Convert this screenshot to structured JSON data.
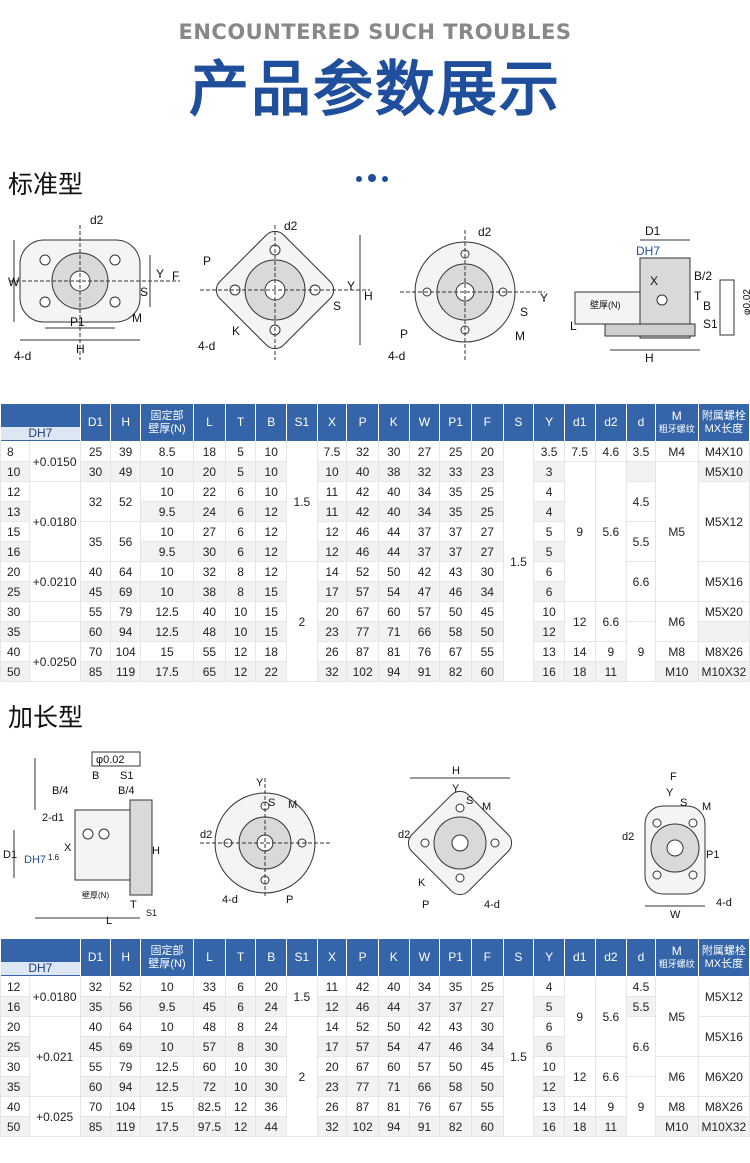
{
  "header": {
    "subtitle": "ENCOUNTERED SUCH TROUBLES",
    "title": "产品参数展示"
  },
  "sections": {
    "standard": "标准型",
    "extended": "加长型"
  },
  "standard_diagrams": {
    "d1_labels": [
      "W",
      "F",
      "Y",
      "S",
      "M",
      "P1",
      "H",
      "4-d",
      "d2"
    ],
    "d2_labels": [
      "P",
      "d2",
      "Y",
      "S",
      "H",
      "K",
      "4-d"
    ],
    "d3_labels": [
      "d2",
      "Y",
      "S",
      "M",
      "P",
      "4-d"
    ],
    "d4_labels": [
      "D1",
      "DH7",
      "X",
      "B/2",
      "T",
      "B",
      "S1",
      "壁厚(N)",
      "L",
      "H",
      "φ0.02"
    ]
  },
  "extended_diagrams": {
    "e1_labels": [
      "φ0.02",
      "B",
      "S1",
      "B/4",
      "B/4",
      "2-d1",
      "X",
      "D1",
      "DH7",
      "1.6",
      "H",
      "壁厚(N)",
      "T",
      "L",
      "S1"
    ],
    "e2_labels": [
      "Y",
      "S",
      "M",
      "d2",
      "4-d",
      "P"
    ],
    "e3_labels": [
      "H",
      "Y",
      "S",
      "M",
      "d2",
      "K",
      "P",
      "4-d"
    ],
    "e4_labels": [
      "F",
      "Y",
      "S",
      "M",
      "d2",
      "P1",
      "W",
      "4-d"
    ]
  },
  "table_headers": {
    "dh7": "DH7",
    "d1": "D1",
    "h": "H",
    "fixed_top": "固定部",
    "fixed_bottom": "壁厚(N)",
    "l": "L",
    "t": "T",
    "b": "B",
    "s1": "S1",
    "x": "X",
    "p": "P",
    "k": "K",
    "w": "W",
    "p1": "P1",
    "f": "F",
    "s": "S",
    "y": "Y",
    "d1s": "d1",
    "d2": "d2",
    "d": "d",
    "m_top": "M",
    "m_bottom": "粗牙螺纹",
    "bolt_top": "附属螺栓",
    "bolt_bottom": "MX长度"
  },
  "standard_table": {
    "rows": [
      {
        "dh": "8",
        "tol": "+0.0150",
        "d1": "25",
        "h": "39",
        "n": "8.5",
        "l": "18",
        "t": "5",
        "b": "10",
        "x": "7.5",
        "p": "32",
        "k": "30",
        "w": "27",
        "p1": "25",
        "f": "20",
        "y": "3.5",
        "d1s": "7.5",
        "d2": "4.6",
        "d": "3.5",
        "m": "M4",
        "bolt": "M4X10"
      },
      {
        "dh": "10",
        "d1": "30",
        "h": "49",
        "n": "10",
        "l": "20",
        "t": "5",
        "b": "10",
        "x": "10",
        "p": "40",
        "k": "38",
        "w": "32",
        "p1": "33",
        "f": "23",
        "y": "3",
        "bolt": "M5X10"
      },
      {
        "dh": "12",
        "n": "10",
        "l": "22",
        "t": "6",
        "b": "10",
        "x": "11",
        "p": "42",
        "k": "40",
        "w": "34",
        "p1": "35",
        "f": "25",
        "y": "4"
      },
      {
        "dh": "13",
        "tol": "+0.0180",
        "d1": "32",
        "h": "52",
        "n": "9.5",
        "l": "24",
        "t": "6",
        "b": "12",
        "x": "11",
        "p": "42",
        "k": "40",
        "w": "34",
        "p1": "35",
        "f": "25",
        "y": "4"
      },
      {
        "dh": "15",
        "d1": "35",
        "h": "56",
        "n": "10",
        "l": "27",
        "t": "6",
        "b": "12",
        "x": "12",
        "p": "46",
        "k": "44",
        "w": "37",
        "p1": "37",
        "f": "27",
        "y": "5"
      },
      {
        "dh": "16",
        "n": "9.5",
        "l": "30",
        "t": "6",
        "b": "12",
        "x": "12",
        "p": "46",
        "k": "44",
        "w": "37",
        "p1": "37",
        "f": "27",
        "y": "5"
      },
      {
        "dh": "20",
        "d1": "40",
        "h": "64",
        "n": "10",
        "l": "32",
        "t": "8",
        "b": "12",
        "x": "14",
        "p": "52",
        "k": "50",
        "w": "42",
        "p1": "43",
        "f": "30",
        "y": "6"
      },
      {
        "dh": "25",
        "tol": "+0.0210",
        "d1": "45",
        "h": "69",
        "n": "10",
        "l": "38",
        "t": "8",
        "b": "15",
        "x": "17",
        "p": "57",
        "k": "54",
        "w": "47",
        "p1": "46",
        "f": "34",
        "y": "6"
      },
      {
        "dh": "30",
        "d1": "55",
        "h": "79",
        "n": "12.5",
        "l": "40",
        "t": "10",
        "b": "15",
        "x": "20",
        "p": "67",
        "k": "60",
        "w": "57",
        "p1": "50",
        "f": "45",
        "y": "10",
        "m": "M6",
        "bolt": "M5X20"
      },
      {
        "dh": "35",
        "d1": "60",
        "h": "94",
        "n": "12.5",
        "l": "48",
        "t": "10",
        "b": "15",
        "x": "23",
        "p": "77",
        "k": "71",
        "w": "66",
        "p1": "58",
        "f": "50",
        "y": "12"
      },
      {
        "dh": "40",
        "tol": "+0.0250",
        "d1": "70",
        "h": "104",
        "n": "15",
        "l": "55",
        "t": "12",
        "b": "18",
        "x": "26",
        "p": "87",
        "k": "81",
        "w": "76",
        "p1": "67",
        "f": "55",
        "y": "13",
        "d1s": "14",
        "d2": "9",
        "m": "M8",
        "bolt": "M8X26"
      },
      {
        "dh": "50",
        "d1": "85",
        "h": "119",
        "n": "17.5",
        "l": "65",
        "t": "12",
        "b": "22",
        "x": "32",
        "p": "102",
        "k": "94",
        "w": "91",
        "p1": "82",
        "f": "60",
        "y": "16",
        "d1s": "18",
        "d2": "11",
        "m": "M10",
        "bolt": "M10X32"
      }
    ],
    "merged": {
      "s1_a": "1.5",
      "s1_b": "2",
      "s": "1.5",
      "d1s_mid": "9",
      "d2_mid": "5.6",
      "d1s_b": "12",
      "d2_b": "6.6",
      "d_a": "4.5",
      "d_b": "5.5",
      "d_c": "6.6",
      "d_d": "9",
      "m_mid": "M5",
      "bolt_mid": "M5X12",
      "bolt_16": "M5X16"
    }
  },
  "extended_table": {
    "rows": [
      {
        "dh": "12",
        "d1": "32",
        "h": "52",
        "n": "10",
        "l": "33",
        "t": "6",
        "b": "20",
        "x": "11",
        "p": "42",
        "k": "40",
        "w": "34",
        "p1": "35",
        "f": "25",
        "y": "4",
        "d": "4.5",
        "bolt": "M5X12"
      },
      {
        "dh": "16",
        "tol": "+0.0180",
        "d1": "35",
        "h": "56",
        "n": "9.5",
        "l": "45",
        "t": "6",
        "b": "24",
        "x": "12",
        "p": "46",
        "k": "44",
        "w": "37",
        "p1": "37",
        "f": "27",
        "y": "5",
        "d": "5.5"
      },
      {
        "dh": "20",
        "d1": "40",
        "h": "64",
        "n": "10",
        "l": "48",
        "t": "8",
        "b": "24",
        "x": "14",
        "p": "52",
        "k": "50",
        "w": "42",
        "p1": "43",
        "f": "30",
        "y": "6"
      },
      {
        "dh": "25",
        "tol": "+0.021",
        "d1": "45",
        "h": "69",
        "n": "10",
        "l": "57",
        "t": "8",
        "b": "30",
        "x": "17",
        "p": "57",
        "k": "54",
        "w": "47",
        "p1": "46",
        "f": "34",
        "y": "6"
      },
      {
        "dh": "30",
        "d1": "55",
        "h": "79",
        "n": "12.5",
        "l": "60",
        "t": "10",
        "b": "30",
        "x": "20",
        "p": "67",
        "k": "60",
        "w": "57",
        "p1": "50",
        "f": "45",
        "y": "10"
      },
      {
        "dh": "35",
        "d1": "60",
        "h": "94",
        "n": "12.5",
        "l": "72",
        "t": "10",
        "b": "30",
        "x": "23",
        "p": "77",
        "k": "71",
        "w": "66",
        "p1": "58",
        "f": "50",
        "y": "12"
      },
      {
        "dh": "40",
        "tol": "+0.025",
        "d1": "70",
        "h": "104",
        "n": "15",
        "l": "82.5",
        "t": "12",
        "b": "36",
        "x": "26",
        "p": "87",
        "k": "81",
        "w": "76",
        "p1": "67",
        "f": "55",
        "y": "13",
        "d1s": "14",
        "d2": "9",
        "m": "M8",
        "bolt": "M8X26"
      },
      {
        "dh": "50",
        "d1": "85",
        "h": "119",
        "n": "17.5",
        "l": "97.5",
        "t": "12",
        "b": "44",
        "x": "32",
        "p": "102",
        "k": "94",
        "w": "91",
        "p1": "82",
        "f": "60",
        "y": "16",
        "d1s": "18",
        "d2": "11",
        "m": "M10",
        "bolt": "M10X32"
      }
    ],
    "merged": {
      "s1_a": "1.5",
      "s1_b": "2",
      "s": "1.5",
      "d1s_a": "9",
      "d2_a": "5.6",
      "d1s_b": "12",
      "d2_b": "6.6",
      "d_c": "6.6",
      "d_d": "9",
      "m_a": "M5",
      "m_b": "M6",
      "bolt_16": "M5X16",
      "bolt_20": "M6X20"
    }
  },
  "colors": {
    "accent": "#1f4f9c",
    "header_bg": "#3565a8",
    "subtitle": "#888888"
  }
}
